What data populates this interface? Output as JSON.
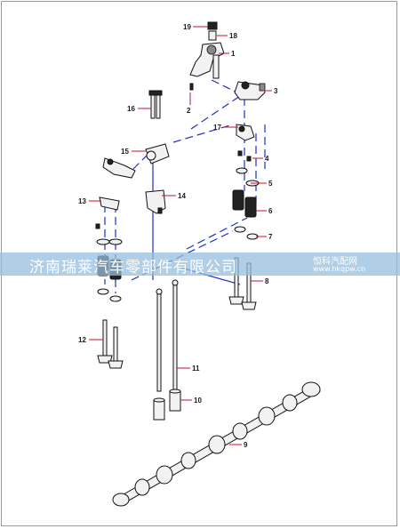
{
  "watermark": {
    "company": "济南瑞莱汽车零部件有限公司",
    "brand": "恒科汽配网",
    "url": "www.hkqpw.cn"
  },
  "callouts": [
    "1",
    "2",
    "3",
    "4",
    "5",
    "6",
    "7",
    "8",
    "9",
    "10",
    "11",
    "12",
    "13",
    "14",
    "15",
    "16",
    "17",
    "18",
    "19"
  ],
  "colors": {
    "leader": "#c8102e",
    "assembly_line": "#1f2fc4",
    "watermark_band": "#96bedc"
  }
}
